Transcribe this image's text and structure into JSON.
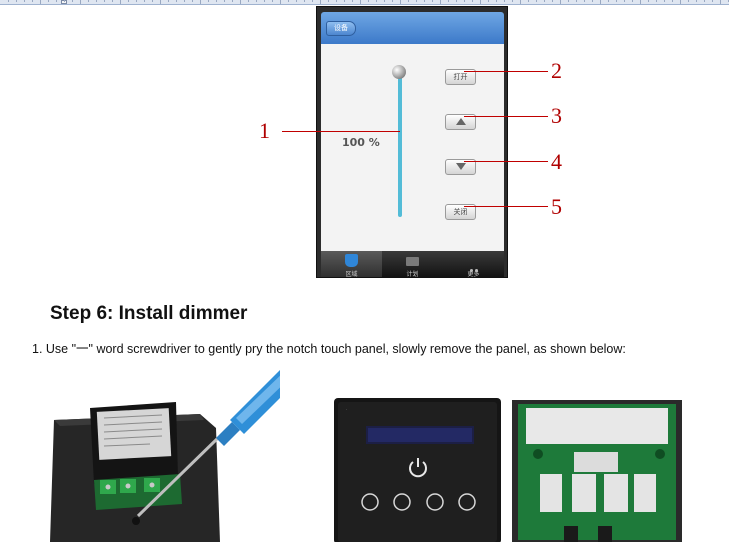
{
  "phone_app": {
    "back_button": "设备",
    "dimmer_percent": "100 %",
    "dimmer_level": 1.0,
    "controls": {
      "on_label": "打开",
      "up_icon": "triangle-up-icon",
      "down_icon": "triangle-down-icon",
      "off_label": "关闭"
    },
    "tabs": [
      {
        "label": "区域",
        "icon": "bulb-icon"
      },
      {
        "label": "计划",
        "icon": "schedule-icon"
      },
      {
        "label": "更多",
        "icon": "more-dots-icon"
      }
    ],
    "colors": {
      "header": "#3c79c9",
      "track": "#53bcd7",
      "tabbar": "#111111"
    }
  },
  "callouts": [
    "1",
    "2",
    "3",
    "4",
    "5"
  ],
  "callout_color": "#c00000",
  "step": {
    "title": "Step 6: Install  dimmer",
    "instruction": "1. Use \"一\" word screwdriver to gently pry the notch touch panel, slowly remove the panel, as shown below:"
  },
  "photos": [
    {
      "subject": "screwdriver prying dimmer module"
    },
    {
      "subject": "black touch panel front"
    },
    {
      "subject": "panel back circuit board"
    }
  ]
}
